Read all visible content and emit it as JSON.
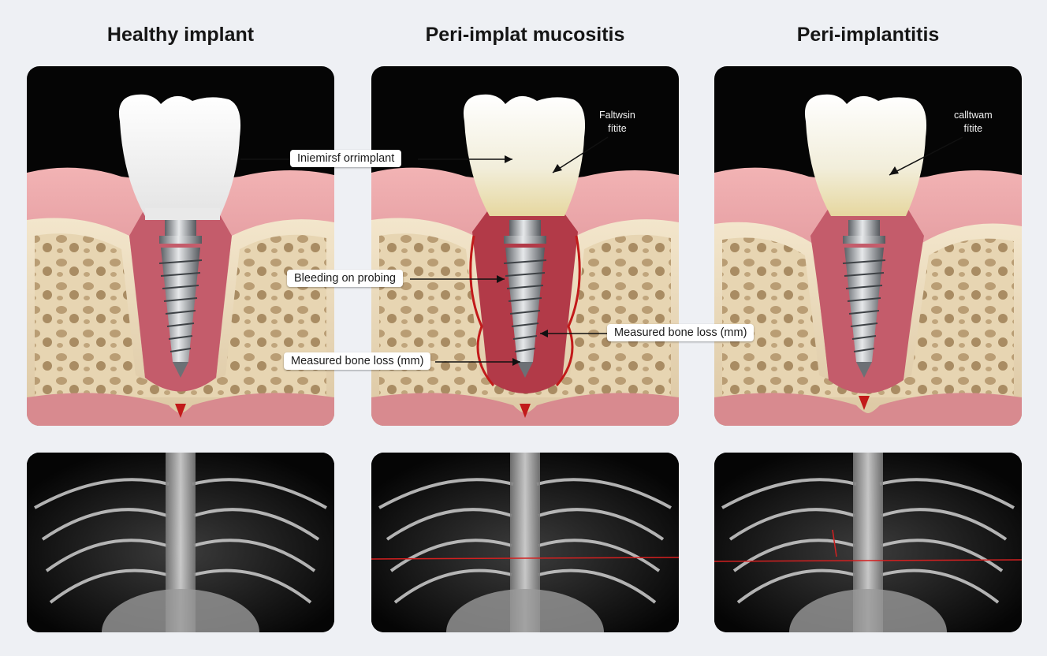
{
  "columns": [
    {
      "title": "Healthy implant"
    },
    {
      "title": "Peri-implat mucositis"
    },
    {
      "title": "Peri-implantitis"
    }
  ],
  "labels": {
    "implant": "Iniemirsf orrimplant",
    "bleeding": "Bleeding on probing",
    "bone_loss_left": "Measured bone loss (mm)",
    "bone_loss_right": "Measured bone loss (mm)",
    "crown_mid_line1": "Faltwsin",
    "crown_mid_line2": "fítite",
    "crown_right_line1": "calltwam",
    "crown_right_line2": "fítite"
  },
  "colors": {
    "background": "#eef0f4",
    "gum": "#d9878a",
    "bone": "#ecdcbf",
    "inflammation": "#c21a1a",
    "measure_line": "#d32020"
  }
}
